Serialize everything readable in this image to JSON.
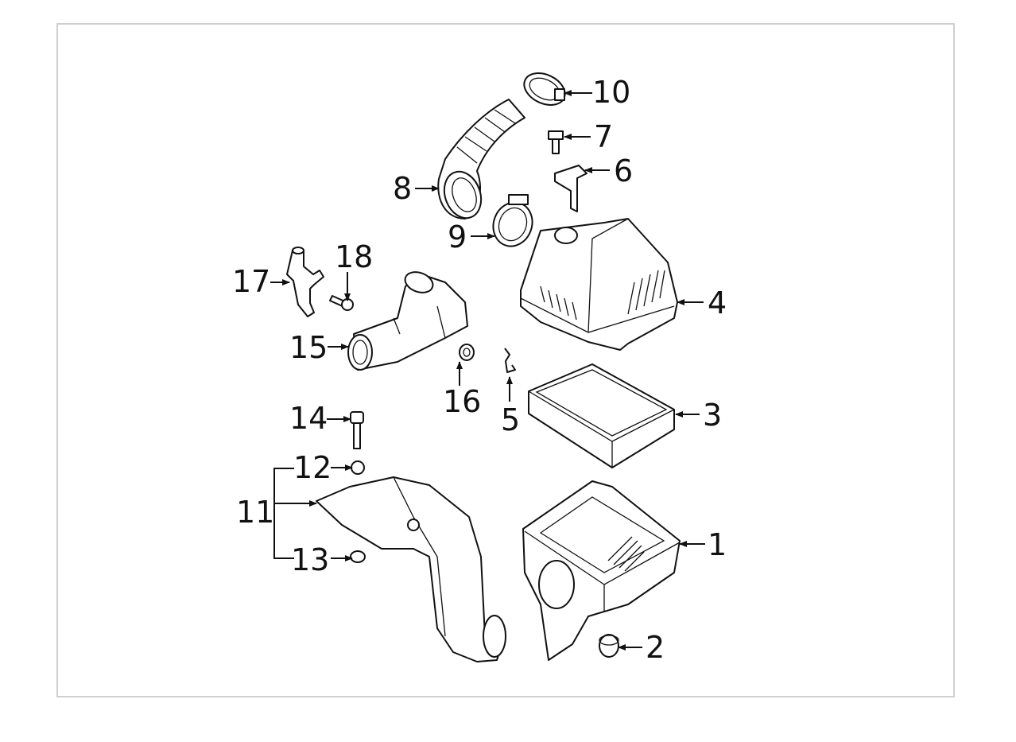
{
  "diagram": {
    "type": "exploded parts diagram",
    "callouts": [
      {
        "id": "1",
        "label": "1"
      },
      {
        "id": "2",
        "label": "2"
      },
      {
        "id": "3",
        "label": "3"
      },
      {
        "id": "4",
        "label": "4"
      },
      {
        "id": "5",
        "label": "5"
      },
      {
        "id": "6",
        "label": "6"
      },
      {
        "id": "7",
        "label": "7"
      },
      {
        "id": "8",
        "label": "8"
      },
      {
        "id": "9",
        "label": "9"
      },
      {
        "id": "10",
        "label": "10"
      },
      {
        "id": "11",
        "label": "11"
      },
      {
        "id": "12",
        "label": "12"
      },
      {
        "id": "13",
        "label": "13"
      },
      {
        "id": "14",
        "label": "14"
      },
      {
        "id": "15",
        "label": "15"
      },
      {
        "id": "16",
        "label": "16"
      },
      {
        "id": "17",
        "label": "17"
      },
      {
        "id": "18",
        "label": "18"
      }
    ]
  }
}
